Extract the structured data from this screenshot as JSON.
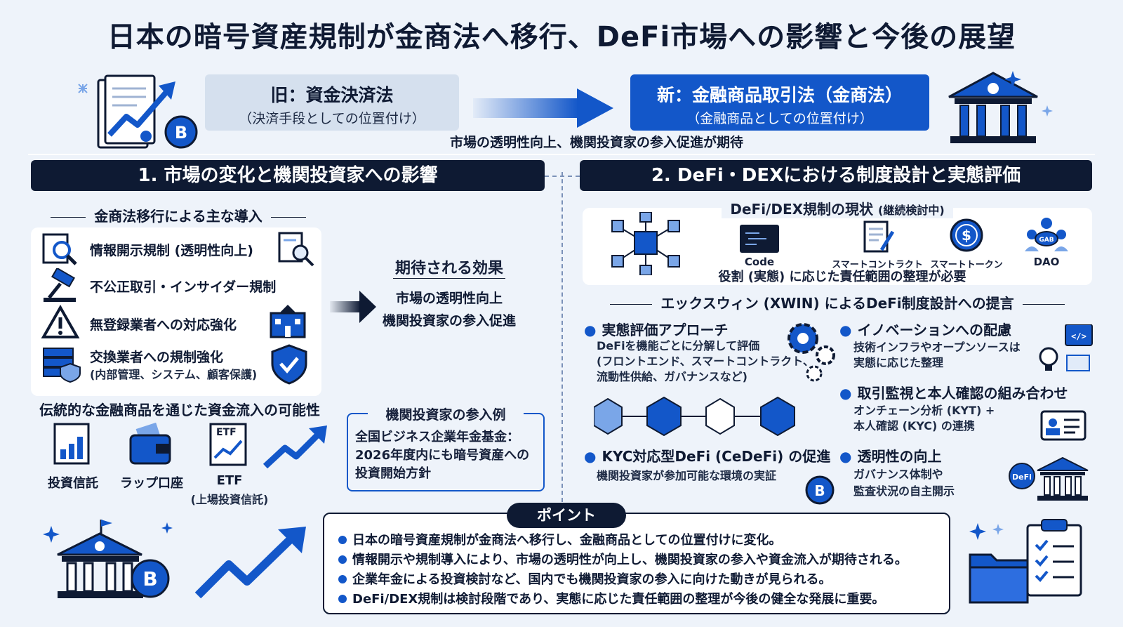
{
  "title": "日本の暗号資産規制が金商法へ移行、DeFi市場への影響と今後の展望",
  "transition": {
    "old_title": "旧：資金決済法",
    "old_sub": "（決済手段としての位置付け）",
    "new_title": "新：金融商品取引法（金商法）",
    "new_sub": "（金融商品としての位置付け）",
    "expectation": "市場の透明性向上、機関投資家の参入促進が期待"
  },
  "section1": {
    "header": "1. 市場の変化と機関投資家への影響",
    "intro_label": "金商法移行による主な導入",
    "items": [
      {
        "label": "情報開示規制 (透明性向上)"
      },
      {
        "label": "不公正取引・インサイダー規制"
      },
      {
        "label": "無登録業者への対応強化"
      },
      {
        "label": "交換業者への規制強化",
        "sub": "(内部管理、システム、顧客保護)"
      }
    ],
    "effects_title": "期待される効果",
    "effects": [
      "市場の透明性向上",
      "機関投資家の参入促進"
    ],
    "inflow_title": "伝統的な金融商品を通じた資金流入の可能性",
    "products": [
      {
        "label": "投資信託"
      },
      {
        "label": "ラップ口座"
      },
      {
        "label": "ETF",
        "sub": "(上場投資信託)"
      }
    ],
    "etf_icon_text": "ETF",
    "example_title": "機関投資家の参入例",
    "example_text": [
      "全国ビジネス企業年金基金：",
      "2026年度内にも暗号資産への",
      "投資開始方針"
    ]
  },
  "section2": {
    "header": "2. DeFi・DEXにおける制度設計と実態評価",
    "status_title": "DeFi/DEX規制の現状",
    "status_note": "(継続検討中)",
    "status_icons": [
      "Code",
      "スマートコントラクト",
      "スマートトークン",
      "DAO"
    ],
    "dao_badge": "GAB",
    "status_caption": "役割 (実態) に応じた責任範囲の整理が必要",
    "proposal_title": "エックスウィン (XWIN) によるDeFi制度設計への提言",
    "proposals": [
      {
        "title": "実態評価アプローチ",
        "lines": [
          "DeFiを機能ごとに分解して評価",
          "(フロントエンド、スマートコントラクト、",
          "流動性供給、ガバナンスなど)"
        ]
      },
      {
        "title": "KYC対応型DeFi (CeDeFi) の促進",
        "lines": [
          "機関投資家が参加可能な環境の実証"
        ]
      },
      {
        "title": "イノベーションへの配慮",
        "lines": [
          "技術インフラやオープンソースは",
          "実態に応じた整理"
        ]
      },
      {
        "title": "取引監視と本人確認の組み合わせ",
        "lines": [
          "オンチェーン分析 (KYT) +",
          "本人確認 (KYC) の連携"
        ]
      },
      {
        "title": "透明性の向上",
        "lines": [
          "ガバナンス体制や",
          "監査状況の自主開示"
        ]
      }
    ],
    "defi_badge": "DeFi",
    "code_icon_text": "</>",
    "dollar_icon_text": "$"
  },
  "point": {
    "tag": "ポイント",
    "items": [
      "日本の暗号資産規制が金商法へ移行し、金融商品としての位置付けに変化。",
      "情報開示や規制導入により、市場の透明性が向上し、機関投資家の参入や資金流入が期待される。",
      "企業年金による投資検討など、国内でも機関投資家の参入に向けた動きが見られる。",
      "DeFi/DEX規制は検討段階であり、実態に応じた責任範囲の整理が今後の健全な発展に重要。"
    ]
  },
  "colors": {
    "navy": "#0e1a33",
    "blue": "#1357c9",
    "bg": "#eef3fa",
    "pale": "#d5e0ee"
  },
  "btc_symbol": "B"
}
